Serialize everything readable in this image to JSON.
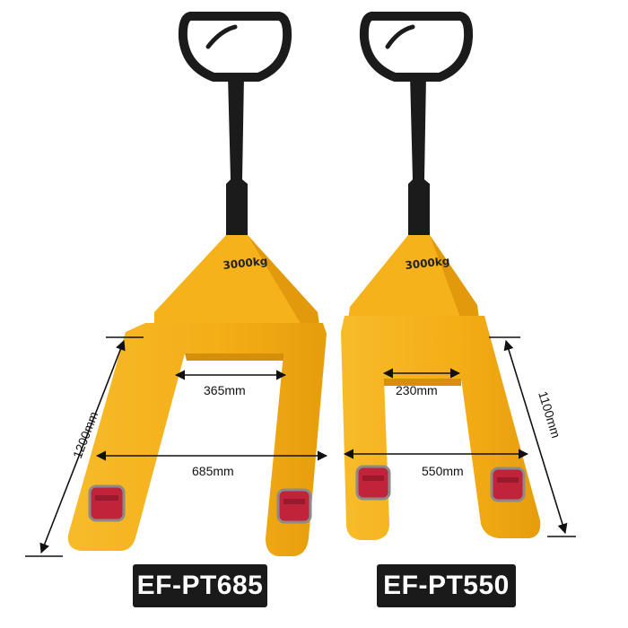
{
  "colors": {
    "body": "#f5b21a",
    "body_shade": "#e29a0c",
    "handle": "#1b1b1b",
    "wheel": "#c0233a",
    "dimension_line": "#111111",
    "label_bg": "#1a1a1a",
    "label_text": "#ffffff"
  },
  "left_truck": {
    "model": "EF-PT685",
    "capacity": "3000kg",
    "inner_width": "365mm",
    "outer_width": "685mm",
    "fork_length": "1200mm"
  },
  "right_truck": {
    "model": "EF-PT550",
    "capacity": "3000kg",
    "inner_width": "230mm",
    "outer_width": "550mm",
    "fork_length": "1100mm"
  }
}
